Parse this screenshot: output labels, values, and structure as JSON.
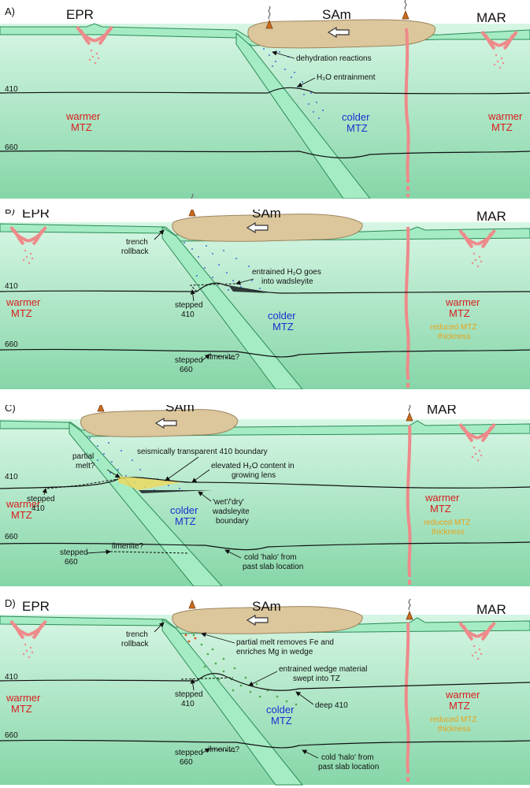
{
  "panels": [
    {
      "id": "A",
      "tag": "A)",
      "ridge_left": "EPR",
      "continent": "SAm",
      "ridge_right": "MAR",
      "d410": "410",
      "d660": "660",
      "warmer_left": [
        "warmer",
        "MTZ"
      ],
      "warmer_right": [
        "warmer",
        "MTZ"
      ],
      "colder": [
        "colder",
        "MTZ"
      ],
      "annotations": [
        "dehydration reactions",
        "H₂O entrainment"
      ]
    },
    {
      "id": "B",
      "tag": "B)",
      "ridge_left": "EPR",
      "continent": "SAm",
      "ridge_right": "MAR",
      "d410": "410",
      "d660": "660",
      "warmer_left": [
        "warmer",
        "MTZ"
      ],
      "warmer_right": [
        "warmer",
        "MTZ"
      ],
      "reduced": [
        "reduced MTZ",
        "thickness"
      ],
      "colder": [
        "colder",
        "MTZ"
      ],
      "annotations": [
        "trench",
        "rollback",
        "entrained H₂O goes",
        "into wadsleyite",
        "stepped",
        "410",
        "stepped",
        "660",
        "ilmenite?"
      ]
    },
    {
      "id": "C",
      "tag": "C)",
      "continent": "SAm",
      "ridge_right": "MAR",
      "d410": "410",
      "d660": "660",
      "warmer_left": [
        "warmer",
        "MTZ"
      ],
      "warmer_right": [
        "warmer",
        "MTZ"
      ],
      "reduced": [
        "reduced MTZ",
        "thickness"
      ],
      "colder": [
        "colder",
        "MTZ"
      ],
      "annotations": [
        "partial",
        "melt?",
        "seismically transparent 410 boundary",
        "elevated H₂O content in",
        "growing lens",
        "stepped",
        "410",
        "'wet'/'dry'",
        "wadsleyite",
        "boundary",
        "stepped",
        "660",
        "ilmenite?",
        "cold 'halo' from",
        "past slab location"
      ]
    },
    {
      "id": "D",
      "tag": "D)",
      "ridge_left": "EPR",
      "continent": "SAm",
      "ridge_right": "MAR",
      "d410": "410",
      "d660": "660",
      "warmer_left": [
        "warmer",
        "MTZ"
      ],
      "warmer_right": [
        "warmer",
        "MTZ"
      ],
      "reduced": [
        "reduced MTZ",
        "thickness"
      ],
      "colder": [
        "colder",
        "MTZ"
      ],
      "annotations": [
        "trench",
        "rollback",
        "partial melt removes Fe and",
        "enriches Mg in wedge",
        "entrained wedge material",
        "swept into TZ",
        "stepped",
        "410",
        "deep 410",
        "stepped",
        "660",
        "ilmenite?",
        "cold 'halo' from",
        "past slab location"
      ]
    }
  ],
  "colors": {
    "mantle_top": "#c9f2da",
    "mantle_bottom": "#8ad9ab",
    "slab": "#a5ecc4",
    "continent": "#dcc69c",
    "plume": "#ee8a8a",
    "warm_text": "#d81e1e",
    "cold_text": "#1a2fd0",
    "reduced_text": "#e8a21a",
    "water_dots": "#3b6fd6",
    "wedge_dots": "#4aa84a",
    "melt_dots": "#e0531f"
  }
}
